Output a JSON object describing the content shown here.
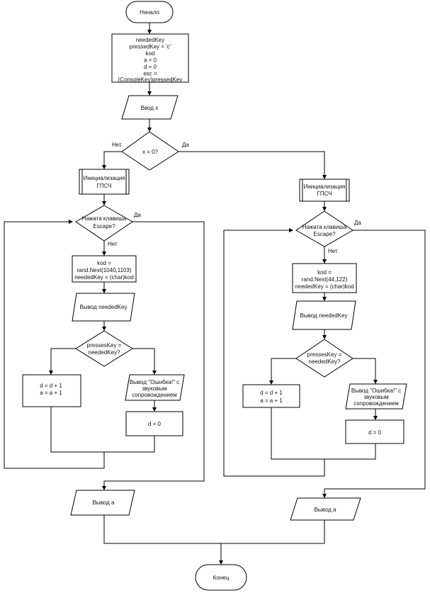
{
  "start": "Начало",
  "end": "Конец",
  "init": [
    "neededKey",
    "pressedKey = 'c'",
    "kod",
    "a = 0",
    "d = 0",
    "esc =",
    "(ConsoleKey)pressedKey"
  ],
  "input_x": "Ввод x",
  "cond_x": "x = 0?",
  "yes": "Да",
  "no": "Нет",
  "left": {
    "rng_init": [
      "Инициализация",
      "ГПСЧ"
    ],
    "esc_cond": [
      "Нажата клавиша",
      "Escape?"
    ],
    "kod_block": [
      "kod =",
      "rand.Next(1040,1103)",
      "neededKey = (char)kod"
    ],
    "output_key": "Вывод neededKey",
    "key_cond": [
      "pressesKey =",
      "neededKey?"
    ],
    "inc_block": [
      "d = d + 1",
      "a = a + 1"
    ],
    "error_out": [
      "Вывод \"Ошибка!\" с",
      "звуковым",
      "сопровождением"
    ],
    "reset_d": "d = 0",
    "output_a": "Вывод a"
  },
  "right": {
    "rng_init": [
      "Инициализация",
      "ГПСЧ"
    ],
    "esc_cond": [
      "Нажата клавиша",
      "Escape?"
    ],
    "kod_block": [
      "kod =",
      "rand.Next(44,122)",
      "neededKey = (char)kod"
    ],
    "output_key": "Вывод neededKey",
    "key_cond": [
      "pressesKey =",
      "neededKey?"
    ],
    "inc_block": [
      "d = d + 1",
      "a = a + 1"
    ],
    "error_out": [
      "Вывод \"Ошибка!\" с",
      "звуковым",
      "сопровождением"
    ],
    "reset_d": "d = 0",
    "output_a": "Вывод a"
  }
}
